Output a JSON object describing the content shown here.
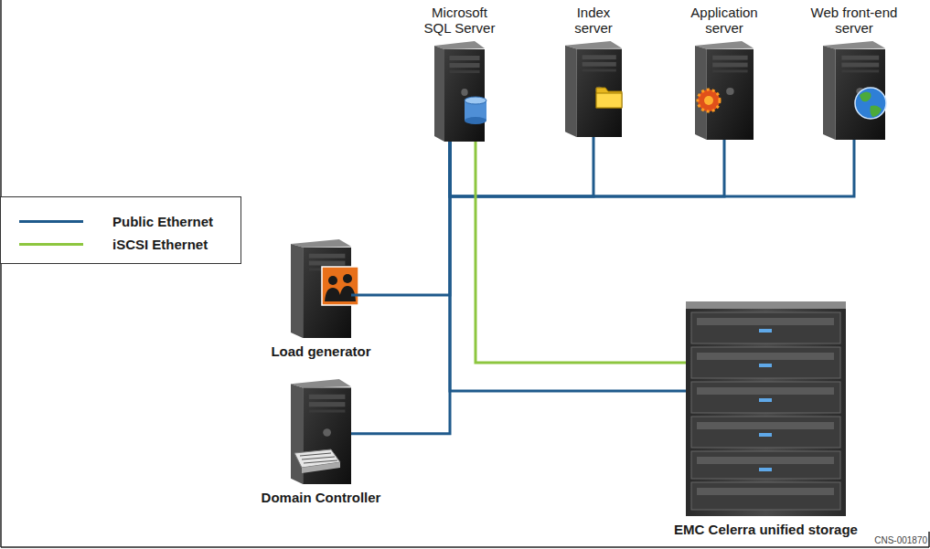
{
  "diagram": {
    "nodes": [
      {
        "text": [
          "Microsoft SQL Server"
        ]
      },
      {
        "text": [
          "Index server"
        ]
      },
      {
        "text": [
          "Application server"
        ]
      },
      {
        "text": [
          "Web front-end server"
        ]
      },
      {
        "text": [
          "Load generator"
        ]
      },
      {
        "text": [
          "Domain Controller"
        ]
      },
      {
        "text": [
          "EMC Celerra unified storage"
        ]
      }
    ],
    "edges": [
      {
        "from": 0,
        "to": 1,
        "arrow": "none"
      },
      {
        "from": 0,
        "to": 2,
        "arrow": "none"
      },
      {
        "from": 0,
        "to": 3,
        "arrow": "none"
      },
      {
        "from": 0,
        "to": 4,
        "arrow": "none"
      },
      {
        "from": 0,
        "to": 5,
        "arrow": "none"
      },
      {
        "from": 0,
        "to": 6,
        "arrow": "none"
      },
      {
        "from": 0,
        "to": 6,
        "arrow": "none"
      }
    ],
    "labels": [
      "CNS-001870"
    ],
    "legend": [
      {
        "text": "Public Ethernet",
        "color": "#1f5a8c"
      },
      {
        "text": "iSCSI Ethernet",
        "color": "#8dc63f"
      }
    ]
  }
}
